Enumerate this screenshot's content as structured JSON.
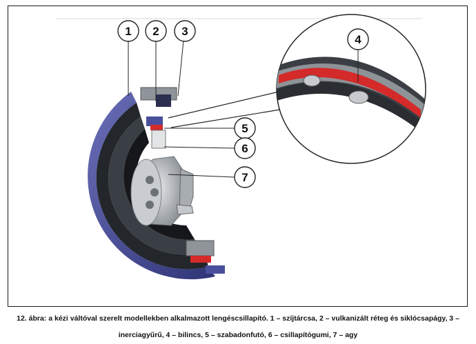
{
  "figure": {
    "callouts": [
      "1",
      "2",
      "3",
      "4",
      "5",
      "6",
      "7"
    ]
  },
  "caption": {
    "line1": "12. ábra: a kézi váltóval szerelt modellekben alkalmazott lengéscsillapító. 1 – szíjtárcsa, 2 – vulkanizált réteg és siklócsapágy, 3 –",
    "line2": "inerciagyűrű, 4 – bilincs, 5 – szabadonfutó, 6 – csillapítógumi, 7 – agy"
  },
  "colors": {
    "pulley_blue": "#4a4f9c",
    "rubber_red": "#d42a2a",
    "steel_dark": "#2e3136",
    "steel_light": "#b9bdc2"
  }
}
